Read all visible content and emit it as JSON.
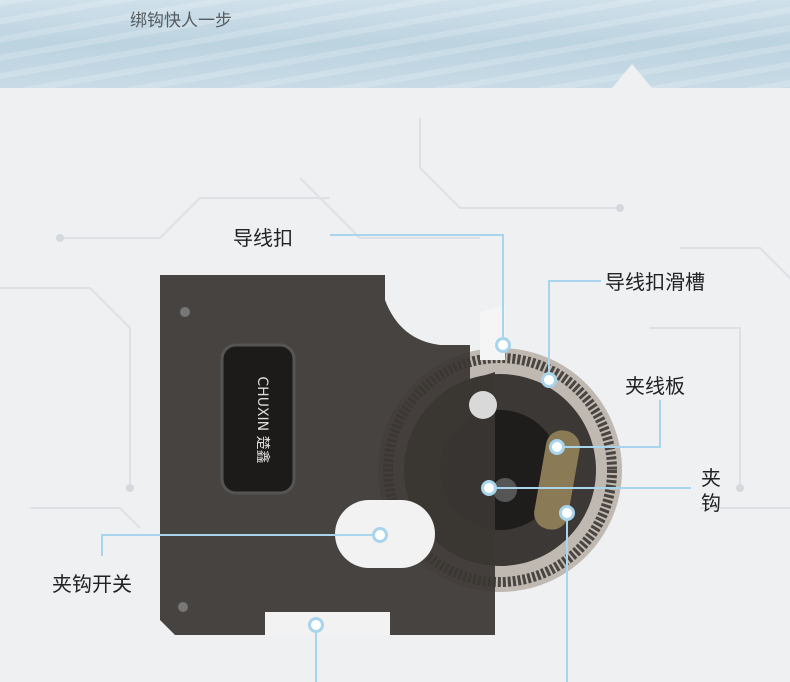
{
  "header": {
    "slogan": "绑钩快人一步"
  },
  "product": {
    "logo_text": "CHUXIN 楚鑫"
  },
  "callouts": {
    "line_guide": "导线扣",
    "line_guide_slot": "导线扣滑槽",
    "clamp_plate": "夹线板",
    "hook_clamp_1": "夹",
    "hook_clamp_2": "钩",
    "hook_clamp_switch": "夹钩开关"
  },
  "colors": {
    "callout_line": "#a8d5ec",
    "device_body": "#3a3633",
    "label_text": "#222222"
  }
}
